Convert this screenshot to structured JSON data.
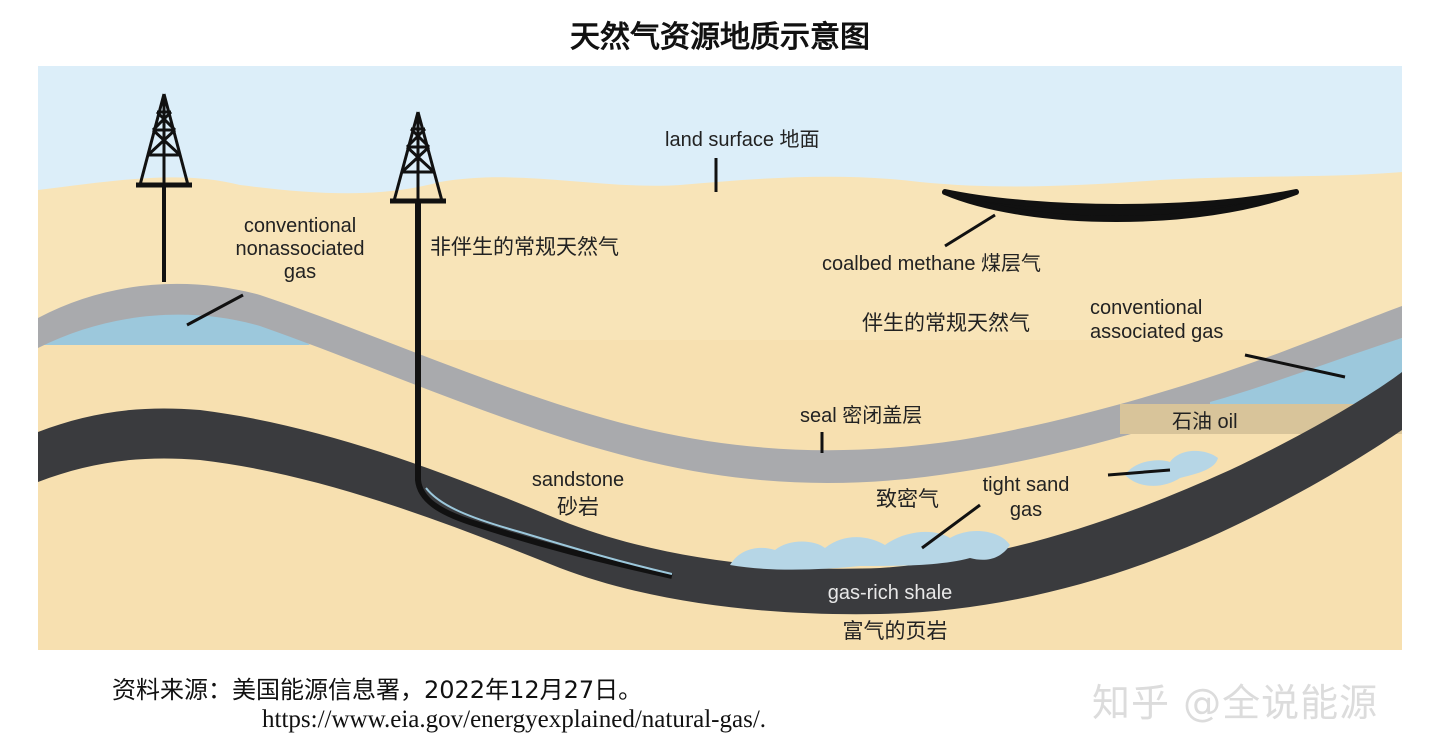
{
  "title": "天然气资源地质示意图",
  "labels": {
    "land_surface": "land surface 地面",
    "conventional_nonassociated_1": "conventional",
    "conventional_nonassociated_2": "nonassociated",
    "conventional_nonassociated_3": "gas",
    "nonassociated_cn": "非伴生的常规天然气",
    "coalbed_methane": "coalbed methane 煤层气",
    "associated_cn": "伴生的常规天然气",
    "conventional_associated_1": "conventional",
    "conventional_associated_2": "associated gas",
    "seal": "seal 密闭盖层",
    "oil": "石油 oil",
    "sandstone_en": "sandstone",
    "sandstone_cn": "砂岩",
    "tight_sand_cn": "致密气",
    "tight_sand_1": "tight sand",
    "tight_sand_2": "gas",
    "gas_rich_shale": "gas-rich shale",
    "gas_rich_shale_cn": "富气的页岩"
  },
  "source": {
    "line1": "资料来源：美国能源信息署，2022年12月27日。",
    "line2": "https://www.eia.gov/energyexplained/natural-gas/."
  },
  "watermark": "知乎 @全说能源",
  "colors": {
    "sky": "#dceef9",
    "sand": "#f8e4b8",
    "sand_deep": "#f3d89c",
    "seal": "#a9aaad",
    "gas": "#9cc8dc",
    "shale": "#3a3b3e",
    "oil": "#d8c49a"
  }
}
